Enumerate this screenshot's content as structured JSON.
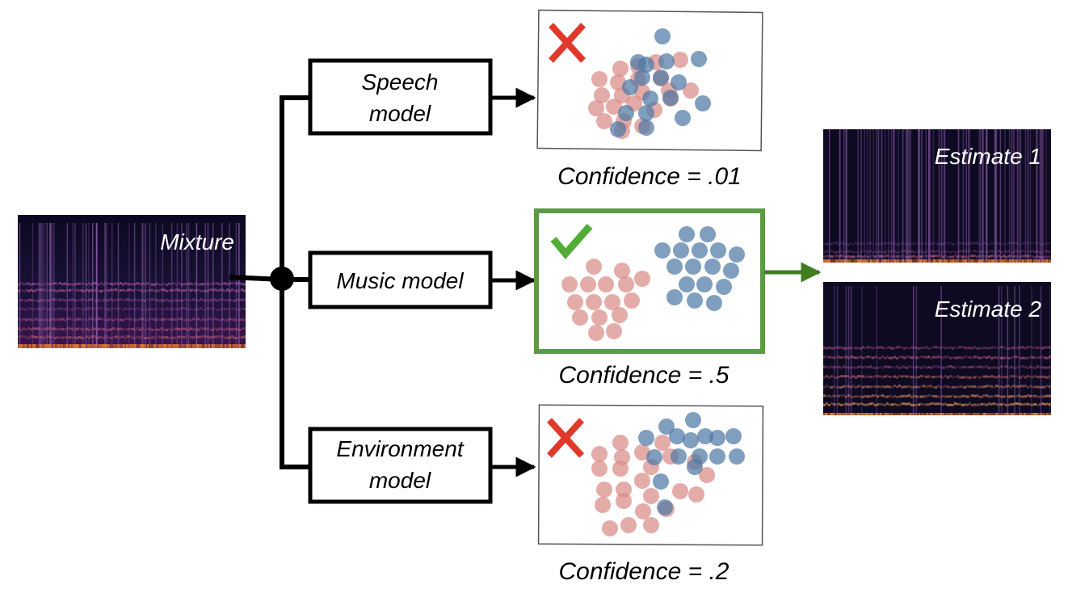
{
  "spectrograms": {
    "mixture": {
      "label": "Mixture"
    },
    "estimate1": {
      "label": "Estimate 1"
    },
    "estimate2": {
      "label": "Estimate 2"
    }
  },
  "models": [
    {
      "id": "speech",
      "lines": [
        "Speech",
        "model"
      ],
      "confidence": "Confidence = .01",
      "outcome": "rejected",
      "outcome_icon": "x-mark-icon"
    },
    {
      "id": "music",
      "lines": [
        "Music model"
      ],
      "confidence": "Confidence = .5",
      "outcome": "selected",
      "outcome_icon": "checkmark-icon"
    },
    {
      "id": "environment",
      "lines": [
        "Environment",
        "model"
      ],
      "confidence": "Confidence = .2",
      "outcome": "rejected",
      "outcome_icon": "x-mark-icon"
    }
  ],
  "colors": {
    "line": "#000000",
    "selected_frame": "#5b9a46",
    "selected_arrow": "#3f7d1f",
    "reject_mark": "#e0392b",
    "accept_mark": "#52ad36",
    "red_cluster": "#d98c87",
    "blue_cluster": "#4f79a5",
    "spectrogram_bg": "#14102a"
  }
}
